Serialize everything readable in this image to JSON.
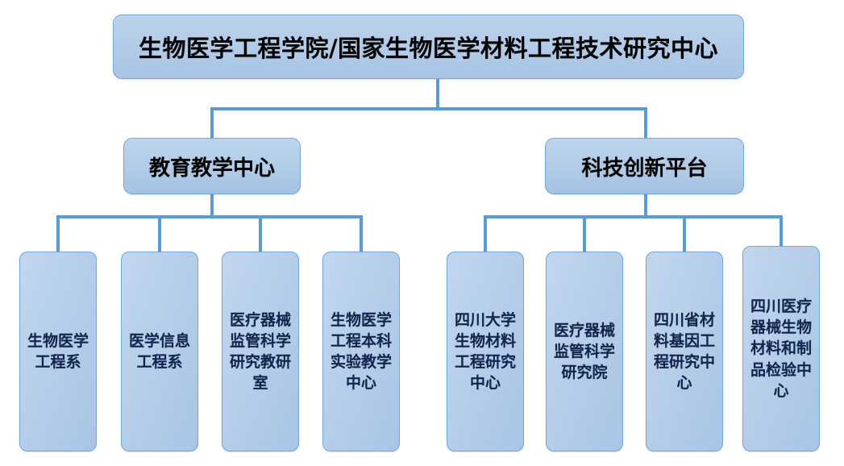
{
  "diagram": {
    "type": "organization-chart",
    "colors": {
      "box_fill_light": "#C2D7EE",
      "box_fill_mid": "#B3CCE8",
      "box_fill_deep": "#A6C2E3",
      "box_border": "#6FA8DC",
      "connector": "#5B9BD5",
      "root_text": "#000000",
      "leaf_text": "#12254E",
      "background": "#FFFFFF"
    },
    "root": {
      "label": "生物医学工程学院/国家生物医学材料工程技术研究中心"
    },
    "level2": [
      {
        "label": "教育教学中心"
      },
      {
        "label": "科技创新平台"
      }
    ],
    "leaves_left": [
      {
        "label": "生物医学工程系"
      },
      {
        "label": "医学信息工程系"
      },
      {
        "label": "医疗器械监管科学研究教研室"
      },
      {
        "label": "生物医学工程本科实验教学中心"
      }
    ],
    "leaves_right": [
      {
        "label": "四川大学生物材料工程研究中心"
      },
      {
        "label": "医疗器械监管科学研究院"
      },
      {
        "label": "四川省材料基因工程研究中心"
      },
      {
        "label": "四川医疗器械生物材料和制品检验中心"
      }
    ]
  }
}
